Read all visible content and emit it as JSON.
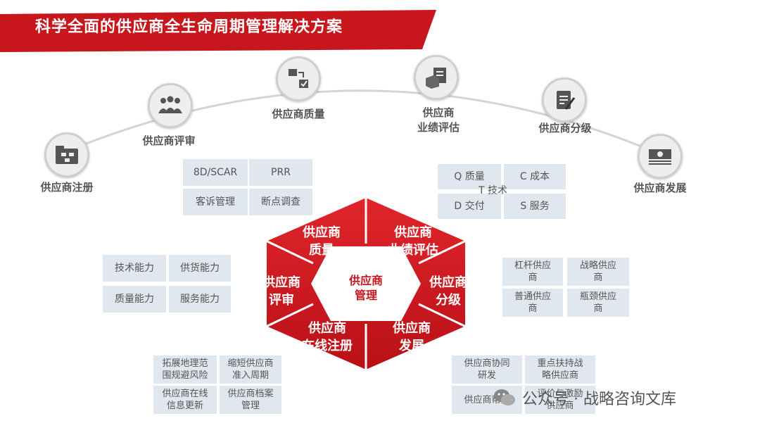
{
  "title": "科学全面的供应商全生命周期管理解决方案",
  "stages": [
    {
      "label": "供应商注册",
      "icon": "folder-network-icon"
    },
    {
      "label": "供应商评审",
      "icon": "people-group-icon"
    },
    {
      "label": "供应商质量",
      "icon": "check-boxes-icon"
    },
    {
      "label": "供应商\n业绩评估",
      "icon": "documents-box-icon"
    },
    {
      "label": "供应商分级",
      "icon": "clipboard-pen-icon"
    },
    {
      "label": "供应商发展",
      "icon": "money-stack-icon"
    }
  ],
  "quality_boxes": [
    "8D/SCAR",
    "PRR",
    "客诉管理",
    "断点调查"
  ],
  "performance_boxes": [
    "Q 质量",
    "C 成本",
    "D 交付",
    "S 服务"
  ],
  "performance_center": "T 技术",
  "review_boxes": [
    "技术能力",
    "供货能力",
    "质量能力",
    "服务能力"
  ],
  "grading_boxes": [
    "杠杆供应\n商",
    "战略供应\n商",
    "普通供应\n商",
    "瓶颈供应\n商"
  ],
  "registration_boxes": [
    "拓展地理范\n围规避风险",
    "缩短供应商\n准入周期",
    "供应商在线\n信息更新",
    "供应商档案\n管理"
  ],
  "development_boxes": [
    "供应商协同\n研发",
    "重点扶持战\n略供应商",
    "供应商帮扶",
    "评价与激励\n供应商"
  ],
  "hexagon": {
    "center": "供应商\n管理",
    "segments": [
      "供应商\n质量",
      "供应商\n业绩评估",
      "供应商\n分级",
      "供应商\n发展",
      "供应商\n在线注册",
      "供应商\n评审"
    ]
  },
  "watermark": "公众号 · 战略咨询文库",
  "colors": {
    "accent": "#c8161d",
    "box": "#e1e7ee"
  }
}
